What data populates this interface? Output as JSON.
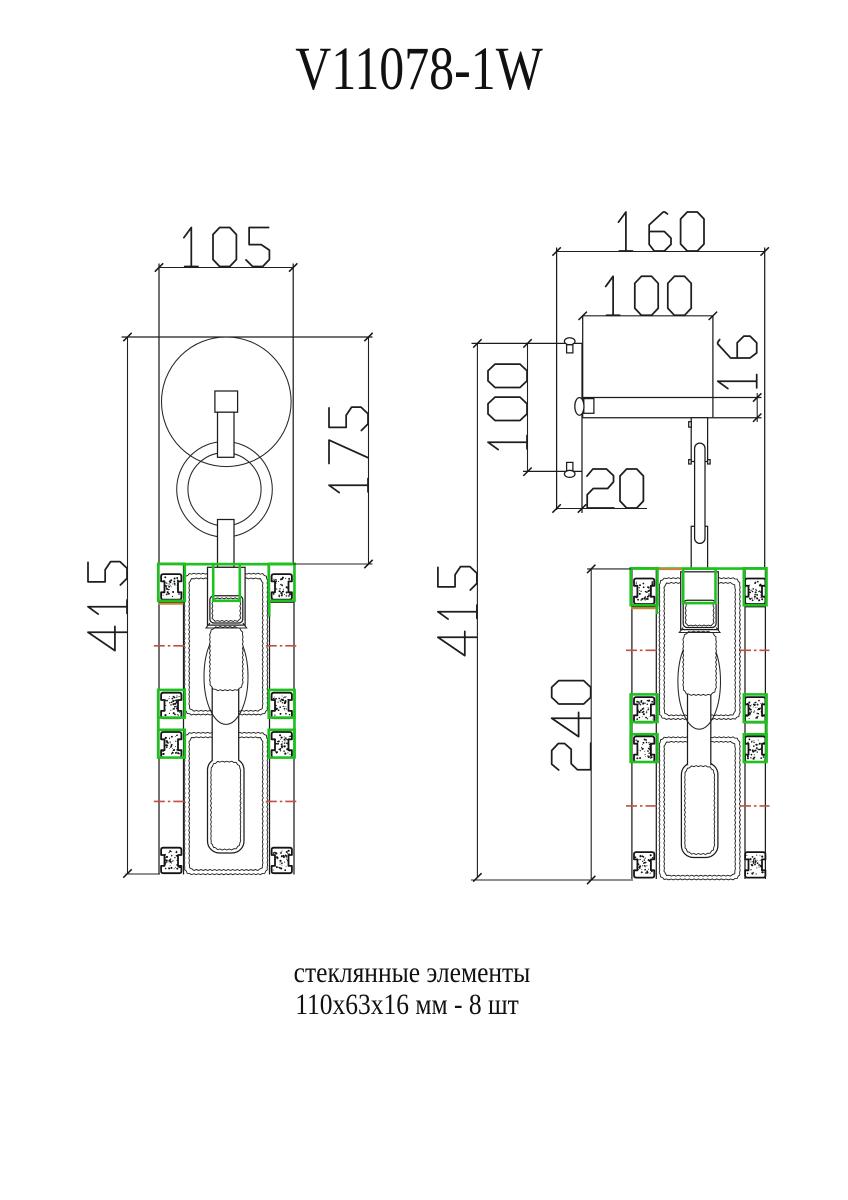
{
  "title": "V11078-1W",
  "note": {
    "line1": "стеклянные элементы",
    "line2": "110x63x16 мм - 8 шт"
  },
  "dimensions": {
    "front_width": "105",
    "front_upper_height": "175",
    "front_total_height": "415",
    "side_depth": "160",
    "side_bracket_width": "100",
    "side_plate_height": "100",
    "side_arm_thickness": "16",
    "side_wall_gap": "20",
    "side_glass_stack_height": "240",
    "side_total_height": "415"
  },
  "colors": {
    "line": "#1c1c1c",
    "glass_highlight_green": "#1fc11f",
    "glass_highlight_orange": "#c8863c",
    "centerline_red": "#c05045",
    "background": "#ffffff"
  },
  "glass_elements_count": "8",
  "glass_element_size_mm": "110x63x16"
}
